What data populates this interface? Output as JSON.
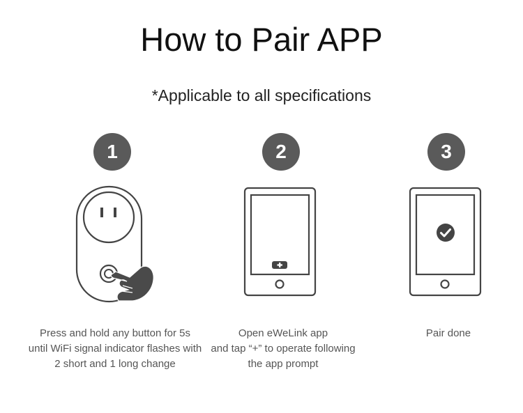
{
  "header": {
    "title": "How to Pair APP",
    "subtitle": "*Applicable to all specifications"
  },
  "colors": {
    "badge": "#5a5a5a",
    "outline": "#444444",
    "caption": "#555555"
  },
  "steps": [
    {
      "number": "1",
      "icon": "smart-plug-press-icon",
      "caption": [
        "Press and hold any button for 5s",
        "until WiFi signal indicator flashes with",
        "2 short and 1 long change"
      ]
    },
    {
      "number": "2",
      "icon": "phone-add-icon",
      "caption": [
        "Open eWeLink app",
        "and tap “+” to operate following",
        "the app prompt"
      ]
    },
    {
      "number": "3",
      "icon": "phone-check-icon",
      "caption": [
        "Pair done"
      ]
    }
  ]
}
